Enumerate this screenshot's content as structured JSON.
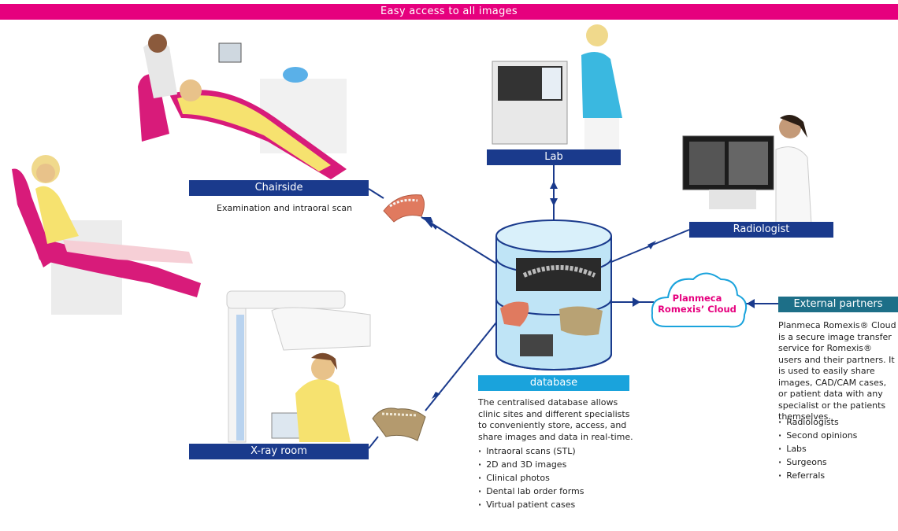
{
  "banner": "Easy access to all images",
  "nodes": {
    "chairside": {
      "label": "Chairside",
      "caption": "Examination and intraoral scan"
    },
    "lab": {
      "label": "Lab"
    },
    "radiologist": {
      "label": "Radiologist"
    },
    "xray": {
      "label": "X-ray room"
    },
    "database": {
      "label": "database",
      "description": "The centralised database allows clinic sites and different specialists to conveniently store, access, and share images and data in real-time.",
      "items": [
        "Intraoral scans (STL)",
        "2D and 3D images",
        "Clinical photos",
        "Dental lab order forms",
        "Virtual patient cases"
      ]
    },
    "cloud": {
      "line1": "Planmeca",
      "line2": "Romexis’ Cloud"
    },
    "partners": {
      "label": "External partners",
      "description": "Planmeca Romexis® Cloud is a secure image transfer service for Romexis® users and their partners. It is used to easily share images, CAD/CAM cases, or patient data with any specialist or the patients themselves.",
      "items": [
        "Radiologists",
        "Second opinions",
        "Labs",
        "Surgeons",
        "Referrals"
      ]
    }
  },
  "colors": {
    "banner": "#e6007e",
    "label": "#1a3a8c",
    "partners": "#1d6f88",
    "database_label": "#1aa3dc",
    "connector": "#1a3a8c",
    "cloud_text": "#e6007e",
    "chair": "#d81b7a"
  }
}
